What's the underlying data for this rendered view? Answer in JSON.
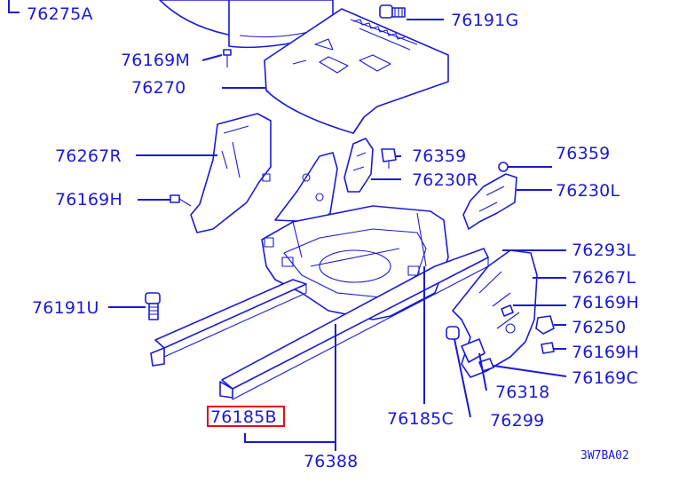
{
  "diagram": {
    "code": "3W7BA02",
    "highlight_color": "#e01010",
    "line_color": "#1a1ad6",
    "labels": [
      {
        "id": "76275A",
        "text": "76275A"
      },
      {
        "id": "76191G",
        "text": "76191G"
      },
      {
        "id": "76169M",
        "text": "76169M"
      },
      {
        "id": "76270",
        "text": "76270"
      },
      {
        "id": "76267R",
        "text": "76267R"
      },
      {
        "id": "76359a",
        "text": "76359"
      },
      {
        "id": "76359b",
        "text": "76359"
      },
      {
        "id": "76230R",
        "text": "76230R"
      },
      {
        "id": "76230L",
        "text": "76230L"
      },
      {
        "id": "76169Ha",
        "text": "76169H"
      },
      {
        "id": "76293L",
        "text": "76293L"
      },
      {
        "id": "76267L",
        "text": "76267L"
      },
      {
        "id": "76169Hb",
        "text": "76169H"
      },
      {
        "id": "76191U",
        "text": "76191U"
      },
      {
        "id": "76250",
        "text": "76250"
      },
      {
        "id": "76169Hc",
        "text": "76169H"
      },
      {
        "id": "76169C",
        "text": "76169C"
      },
      {
        "id": "76318",
        "text": "76318"
      },
      {
        "id": "76185B",
        "text": "76185B"
      },
      {
        "id": "76185C",
        "text": "76185C"
      },
      {
        "id": "76299",
        "text": "76299"
      },
      {
        "id": "76388",
        "text": "76388"
      }
    ],
    "highlighted_part": "76185B"
  }
}
